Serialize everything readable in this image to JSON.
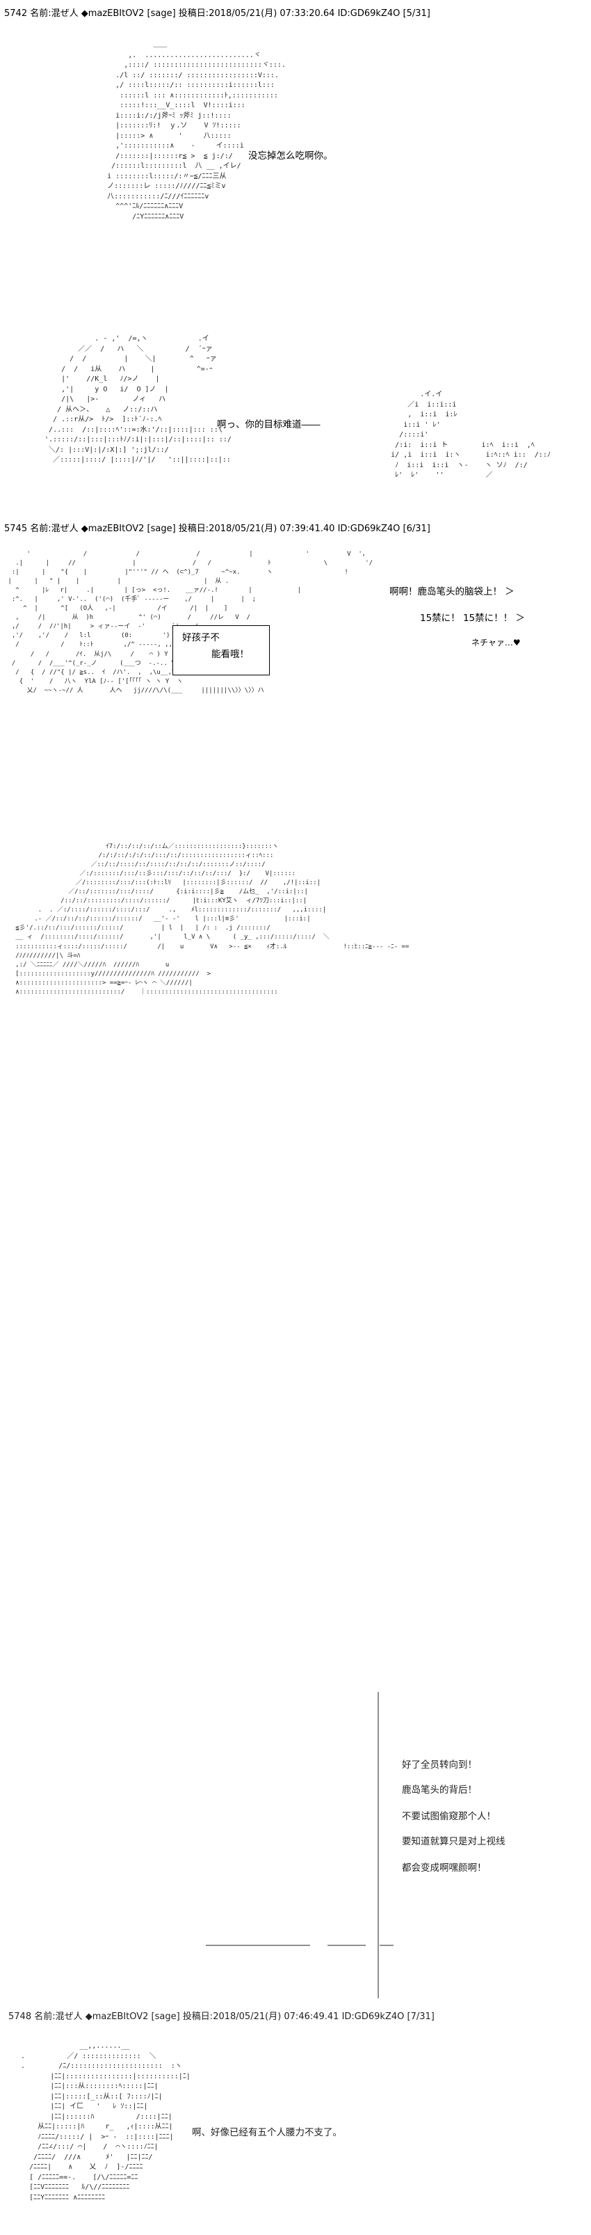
{
  "posts": [
    {
      "header": "5742 名前:混ぜ人 ◆mazEBItOV2 [sage] 投稿日:2018/05/21(月) 07:33:20.64 ID:GD69kZ4O [5/31]"
    },
    {
      "header": "5745 名前:混ぜ人 ◆mazEBItOV2 [sage] 投稿日:2018/05/21(月) 07:39:41.40 ID:GD69kZ4O [6/31]"
    },
    {
      "header": "5748 名前:混ぜ人 ◆mazEBItOV2 [sage] 投稿日:2018/05/21(月) 07:46:49.41 ID:GD69kZ4O [7/31]"
    }
  ],
  "dialogue": {
    "p1_line1": "没忘掉怎么吃啊你。",
    "p1_line2": "啊っ、你的目标难道――",
    "p2_line1": "啊啊！鹿岛笔头的脑袋上！ ＞",
    "p2_line2": "15禁に！ 15禁に！！ ＞",
    "p2_sfx": "ネチャァ…♥",
    "p2_box_line1": "好孩子不",
    "p2_box_line2": "能看哦！",
    "p3_line1": "好了全员转向到！",
    "p3_line2": "鹿岛笔头的背后！",
    "p3_line3": "不要试图偷窥那个人！",
    "p3_line4": "要知道就算只是对上视线",
    "p3_line5": "都会变成啊嘿颜啊！",
    "p4_line1": "啊、好像已经有五个人腰力不支了。"
  }
}
